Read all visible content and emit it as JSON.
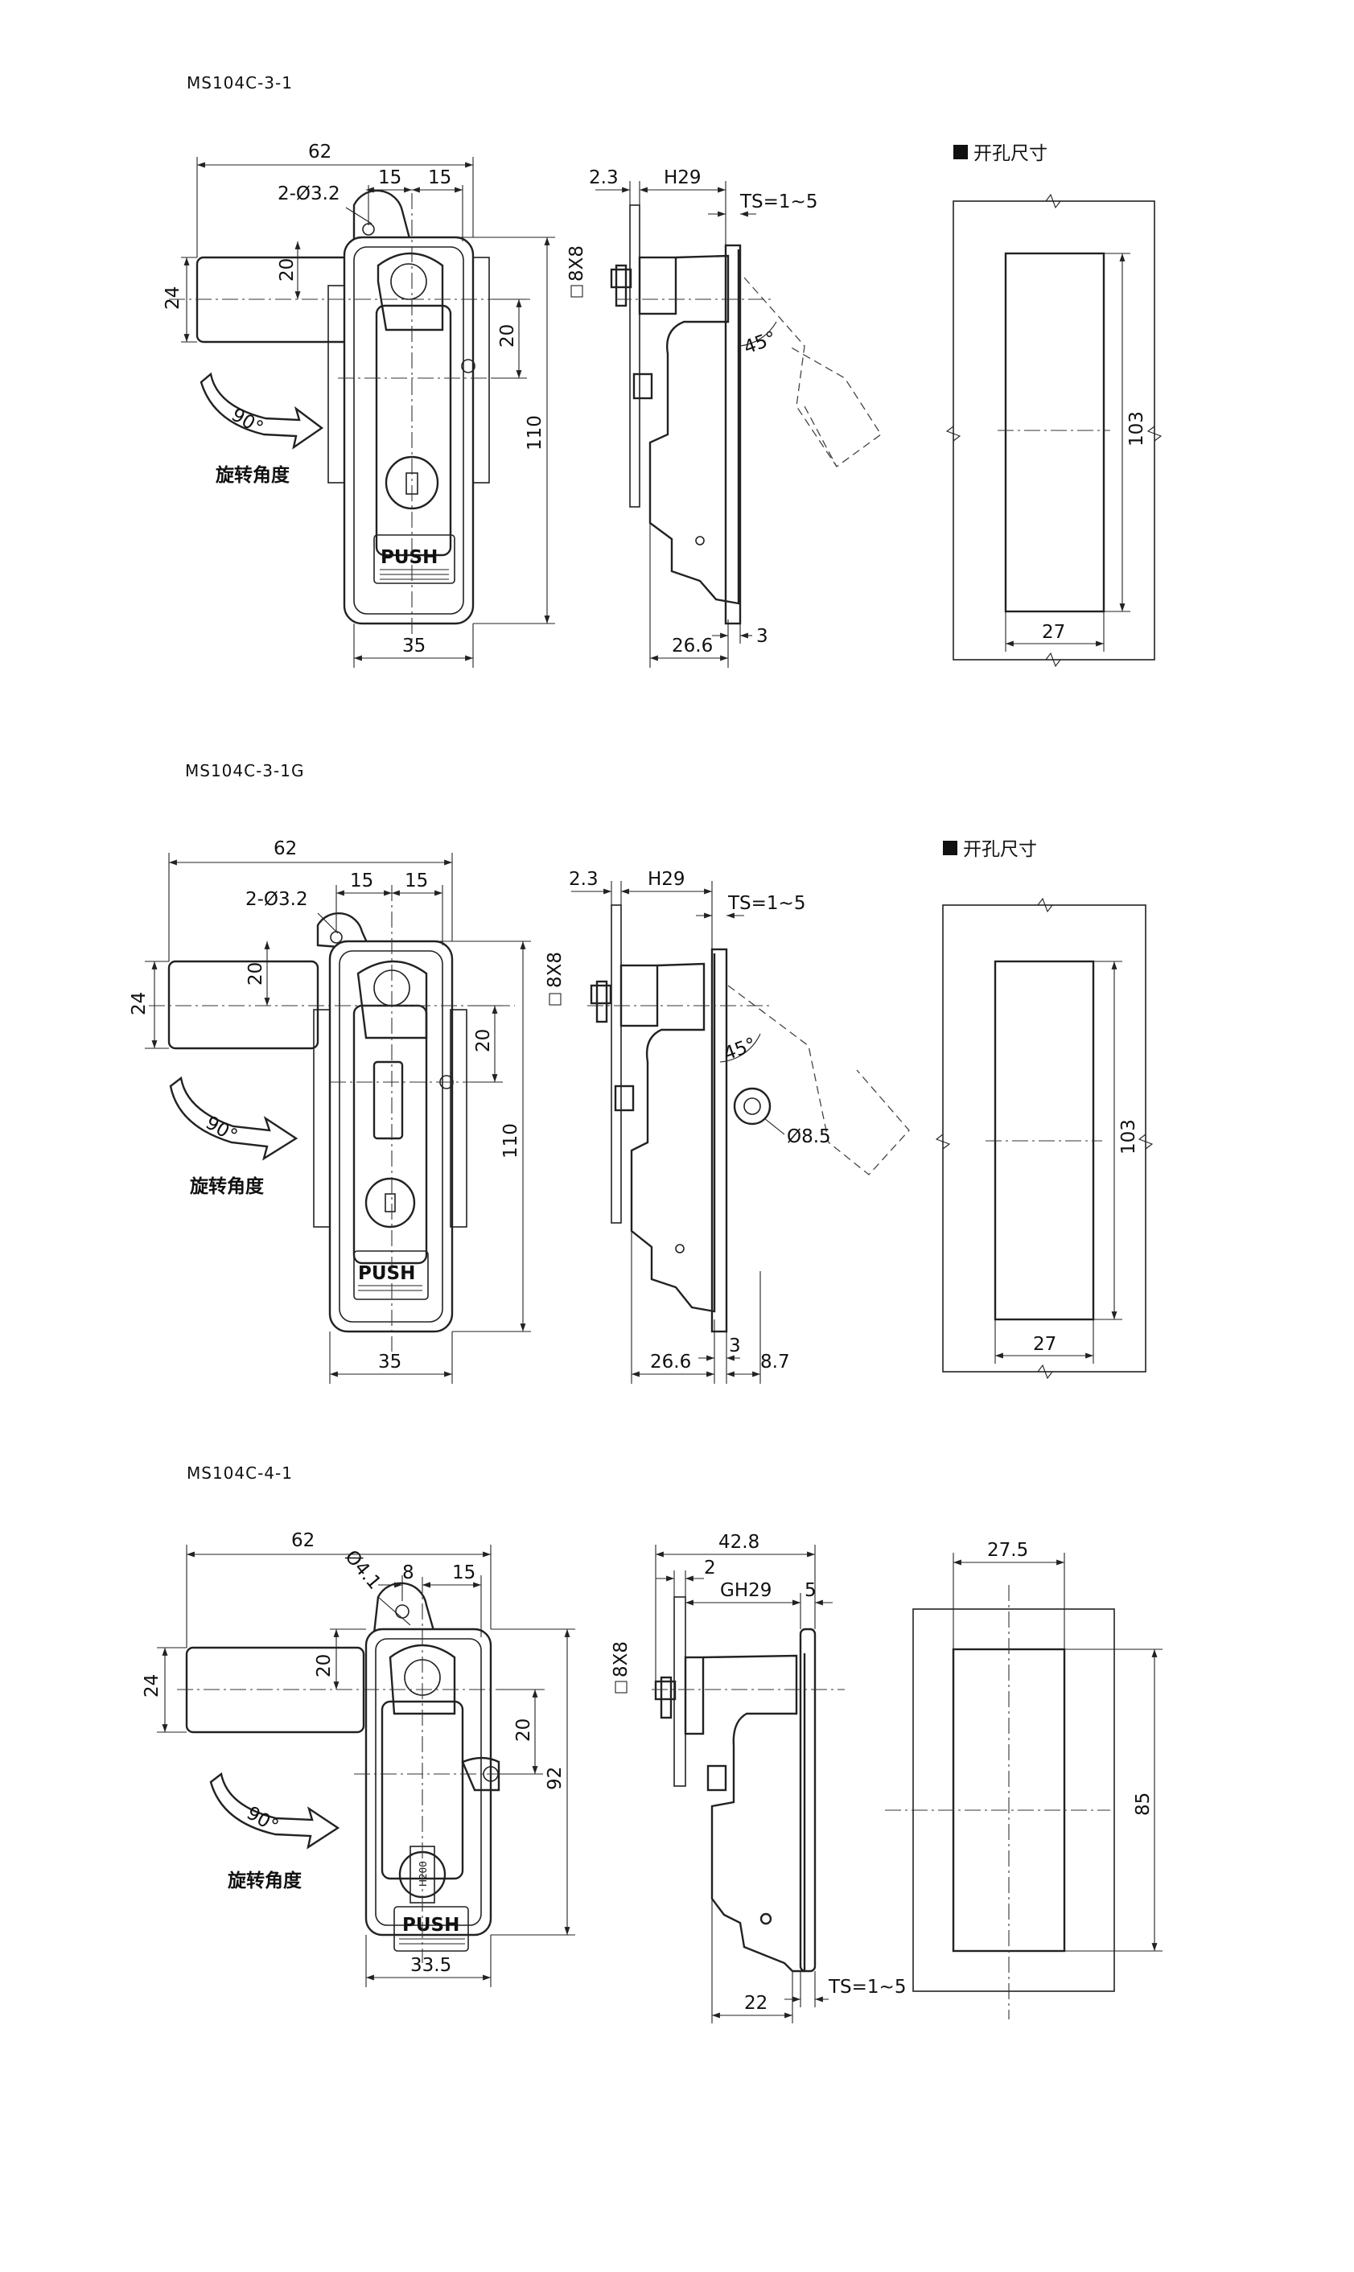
{
  "sections": [
    {
      "model": "MS104C-3-1",
      "front": {
        "d62": "62",
        "hole": "2-Ø3.2",
        "d15a": "15",
        "d15b": "15",
        "d20a": "20",
        "d24": "24",
        "d20b": "20",
        "d110": "110",
        "d35": "35",
        "push": "PUSH",
        "rotation": "旋转角度",
        "angle": "90°"
      },
      "side": {
        "d23": "2.3",
        "h": "H29",
        "ts": "TS=1~5",
        "sq": "8X8",
        "ang": "45°",
        "d266": "26.6",
        "d3": "3"
      },
      "cut": {
        "title": "开孔尺寸",
        "h": "103",
        "w": "27"
      }
    },
    {
      "model": "MS104C-3-1G",
      "front": {
        "d62": "62",
        "hole": "2-Ø3.2",
        "d15a": "15",
        "d15b": "15",
        "d20a": "20",
        "d24": "24",
        "d20b": "20",
        "d110": "110",
        "d35": "35",
        "push": "PUSH",
        "rotation": "旋转角度",
        "angle": "90°"
      },
      "side": {
        "d23": "2.3",
        "h": "H29",
        "ts": "TS=1~5",
        "sq": "8X8",
        "ang": "45°",
        "d85": "Ø8.5",
        "d266": "26.6",
        "d3": "3",
        "d87": "8.7"
      },
      "cut": {
        "title": "开孔尺寸",
        "h": "103",
        "w": "27"
      }
    },
    {
      "model": "MS104C-4-1",
      "front": {
        "d62": "62",
        "hole": "Ø4.1",
        "d8": "8",
        "d15": "15",
        "d20a": "20",
        "d24": "24",
        "d20b": "20",
        "d92": "92",
        "d335": "33.5",
        "push": "PUSH",
        "key": "H200",
        "rotation": "旋转角度",
        "angle": "90°"
      },
      "side": {
        "d428": "42.8",
        "d2": "2",
        "gh": "GH29",
        "d5": "5",
        "sq": "8X8",
        "d22": "22",
        "ts": "TS=1~5"
      },
      "cut": {
        "w": "27.5",
        "h": "85"
      }
    }
  ]
}
